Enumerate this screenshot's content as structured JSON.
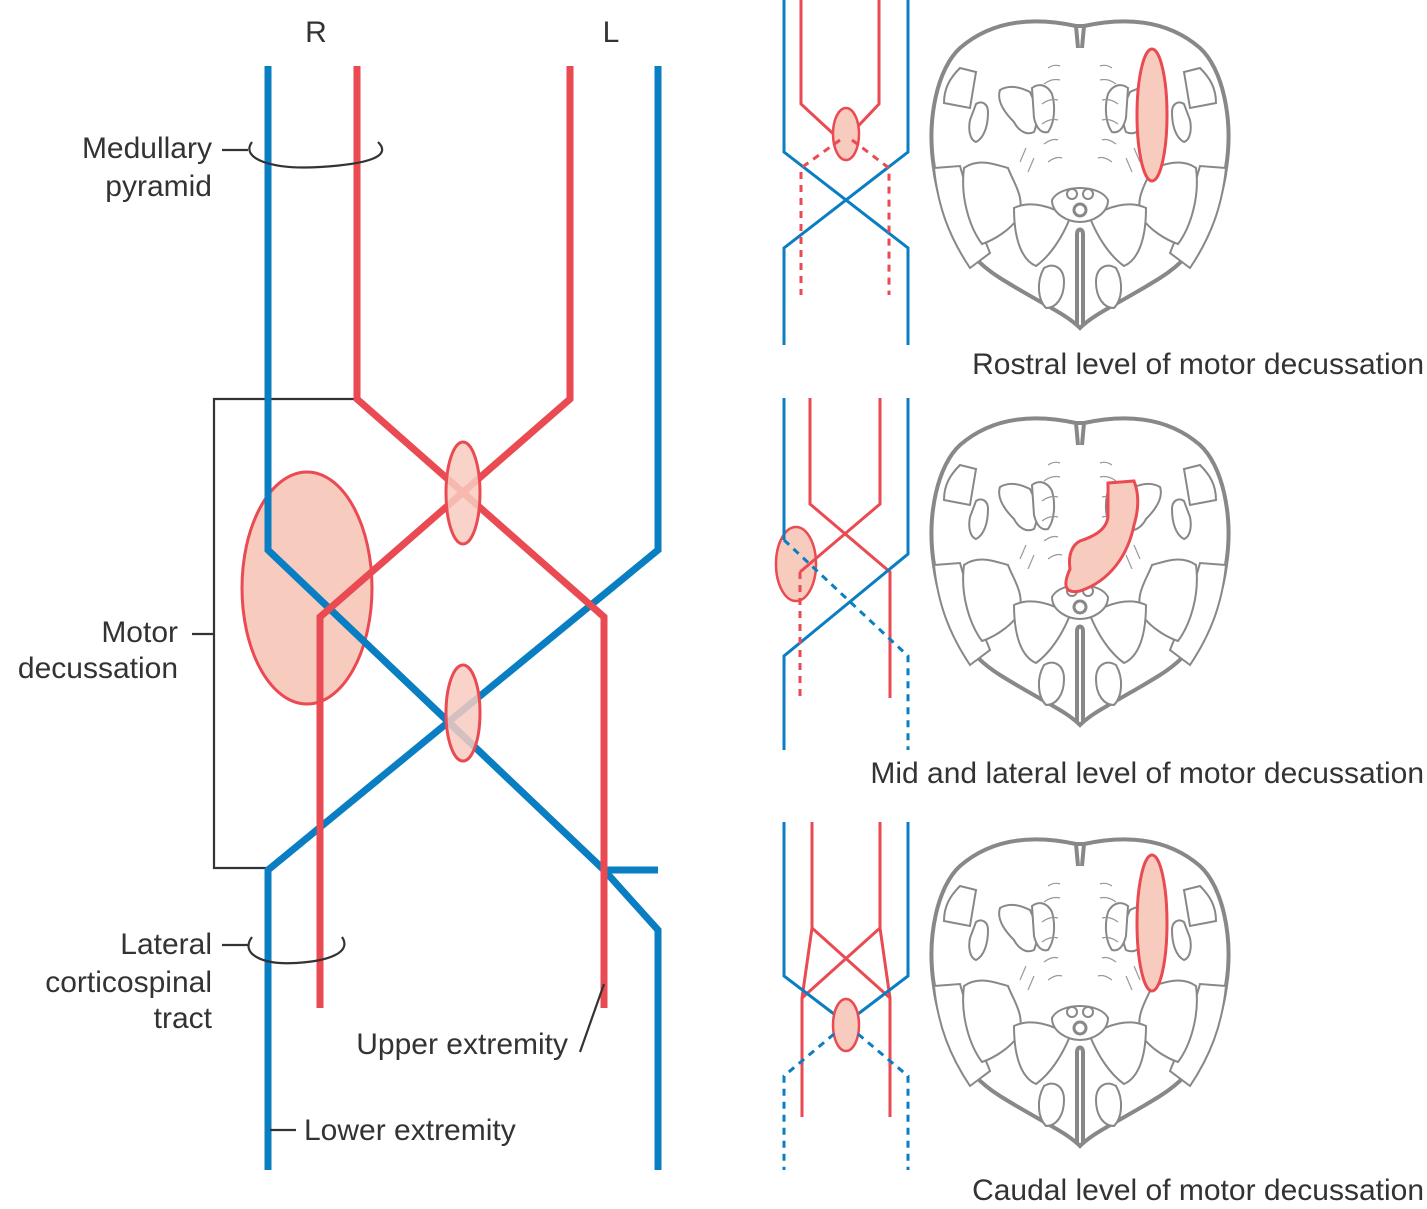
{
  "figure": {
    "side_labels": {
      "right": "R",
      "left": "L"
    },
    "labels": {
      "medullary_pyramid": [
        "Medullary",
        "pyramid"
      ],
      "motor_decussation": [
        "Motor",
        "decussation"
      ],
      "lateral_corticospinal_tract": [
        "Lateral",
        "corticospinal",
        "tract"
      ],
      "upper_extremity": "Upper extremity",
      "lower_extremity": "Lower extremity"
    },
    "legend": {
      "upper_extremity_fibers": "#ea4a52",
      "lower_extremity_fibers": "#0a7ec2",
      "section_highlight": "#f8cbbf"
    }
  },
  "panels": [
    {
      "id": "rostral",
      "caption": "Rostral level of motor decussation"
    },
    {
      "id": "mid",
      "caption": "Mid and lateral level of motor decussation"
    },
    {
      "id": "caudal",
      "caption": "Caudal level of motor decussation"
    }
  ]
}
